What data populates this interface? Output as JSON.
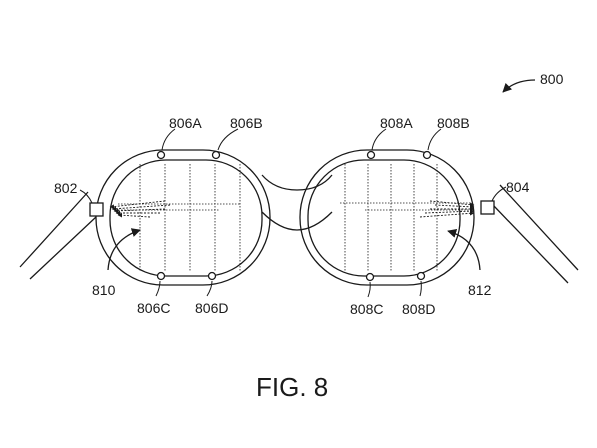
{
  "figure": {
    "caption": "FIG. 8",
    "ref_overall": "800",
    "ref_left_sensor": "802",
    "ref_right_sensor": "804",
    "ref_806a": "806A",
    "ref_806b": "806B",
    "ref_806c": "806C",
    "ref_806d": "806D",
    "ref_808a": "808A",
    "ref_808b": "808B",
    "ref_808c": "808C",
    "ref_808d": "808D",
    "ref_left_lens": "810",
    "ref_right_lens": "812"
  },
  "colors": {
    "stroke": "#1a1a1a",
    "background": "#ffffff"
  }
}
